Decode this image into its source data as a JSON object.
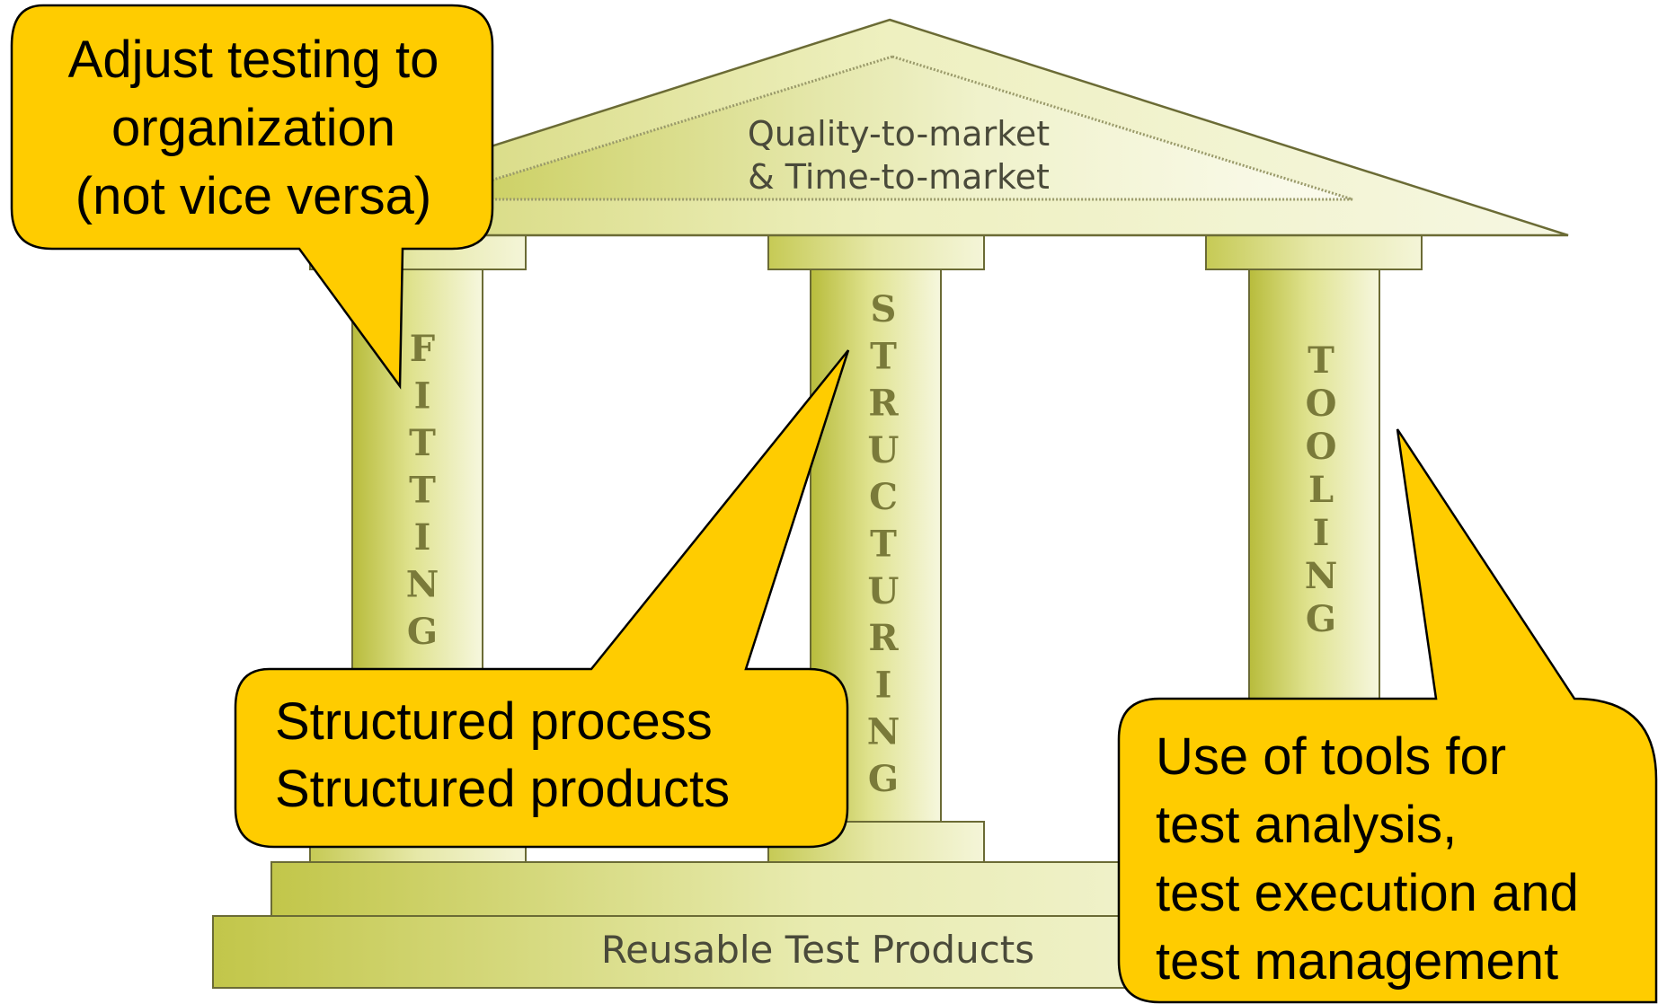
{
  "roof": {
    "line1": "Quality-to-market",
    "line2": "& Time-to-market"
  },
  "base": {
    "label": "Reusable Test Products"
  },
  "pillars": [
    {
      "name": "fitting",
      "letters": [
        "F",
        "I",
        "T",
        "T",
        "I",
        "N",
        "G"
      ]
    },
    {
      "name": "structuring",
      "letters": [
        "S",
        "T",
        "R",
        "U",
        "C",
        "T",
        "U",
        "R",
        "I",
        "N",
        "G"
      ]
    },
    {
      "name": "tooling",
      "letters": [
        "T",
        "O",
        "O",
        "L",
        "I",
        "N",
        "G"
      ]
    }
  ],
  "callouts": {
    "organization": [
      "Adjust testing to",
      "organization",
      "(not vice versa)"
    ],
    "structured": [
      "Structured process",
      "Structured products"
    ],
    "tools": [
      "Use of tools for",
      "test analysis,",
      "test execution and",
      "test management"
    ]
  },
  "colors": {
    "stone_light": "#f2f3cf",
    "stone_mid": "#cfd36a",
    "stone_dark": "#aeb235",
    "outline": "#6b6b35",
    "callout_fill": "#ffcc00"
  }
}
